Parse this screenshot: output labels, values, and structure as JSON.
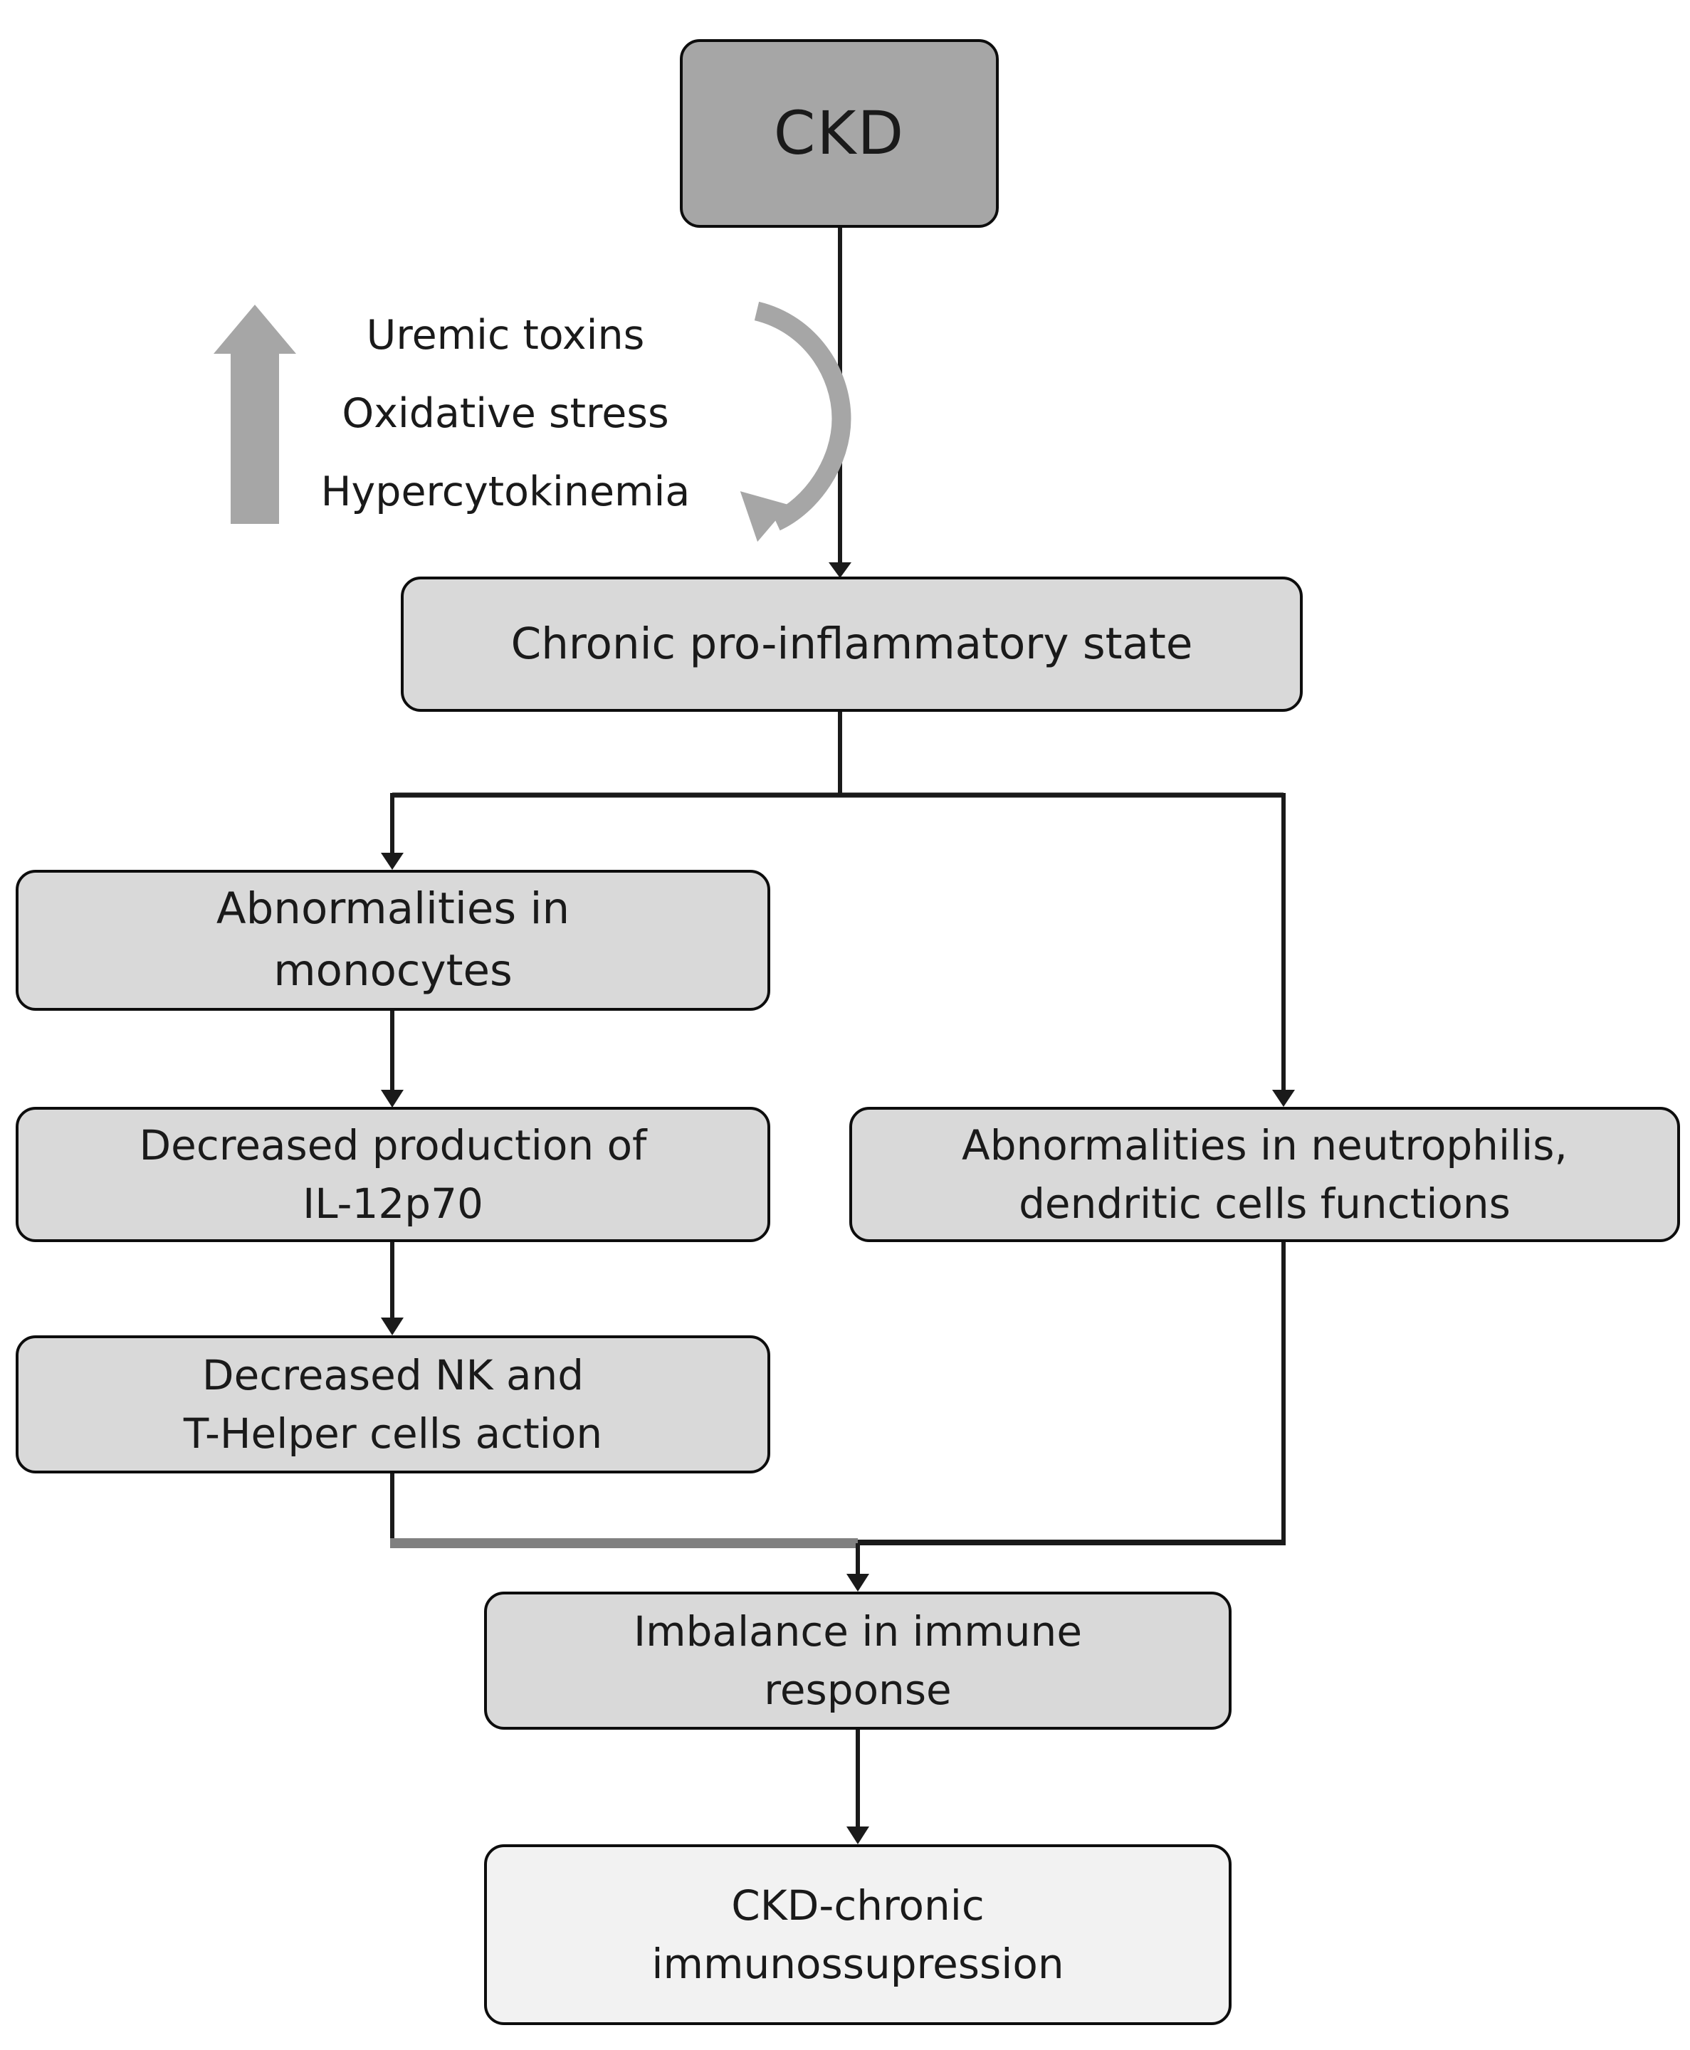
{
  "diagram": {
    "title": "CKD chronic immunosuppression pathway",
    "colors": {
      "node_fill_dark": "#a6a6a6",
      "node_fill_mid": "#d9d9d9",
      "node_fill_light": "#f2f2f2",
      "node_border": "#0d0d0d",
      "connector_black": "#1a1a1a",
      "connector_grey": "#808080",
      "arrow_grey": "#a6a6a6",
      "background": "#ffffff",
      "text": "#1a1a1a"
    },
    "nodes": [
      {
        "id": "ckd",
        "lines": [
          "CKD"
        ]
      },
      {
        "id": "chronic",
        "lines": [
          "Chronic pro-inflammatory  state"
        ]
      },
      {
        "id": "monocytes",
        "lines": [
          "Abnormalities  in",
          "monocytes"
        ]
      },
      {
        "id": "il12",
        "lines": [
          "Decreased production  of",
          "IL-12p70"
        ]
      },
      {
        "id": "neutrophils",
        "lines": [
          "Abnormalities  in neutrophilis,",
          "dendritic cells functions"
        ]
      },
      {
        "id": "nk",
        "lines": [
          "Decreased NK and",
          "T-Helper cells action"
        ]
      },
      {
        "id": "imbalance",
        "lines": [
          "Imbalance in immune",
          "response"
        ]
      },
      {
        "id": "immunosup",
        "lines": [
          "CKD-chronic",
          "immunossupression"
        ]
      }
    ],
    "annotations": {
      "factors": [
        "Uremic toxins",
        "Oxidative stress",
        "Hypercytokinemia"
      ],
      "up_arrow_icon": "increase-arrow-icon",
      "feedback_loop_icon": "curved-feedback-arrow-icon"
    },
    "edges": [
      {
        "from": "ckd",
        "to": "chronic"
      },
      {
        "from": "chronic",
        "to": "monocytes"
      },
      {
        "from": "chronic",
        "to": "neutrophils"
      },
      {
        "from": "monocytes",
        "to": "il12"
      },
      {
        "from": "il12",
        "to": "nk"
      },
      {
        "from": "nk",
        "to": "imbalance"
      },
      {
        "from": "neutrophils",
        "to": "imbalance"
      },
      {
        "from": "imbalance",
        "to": "immunosup"
      }
    ]
  }
}
